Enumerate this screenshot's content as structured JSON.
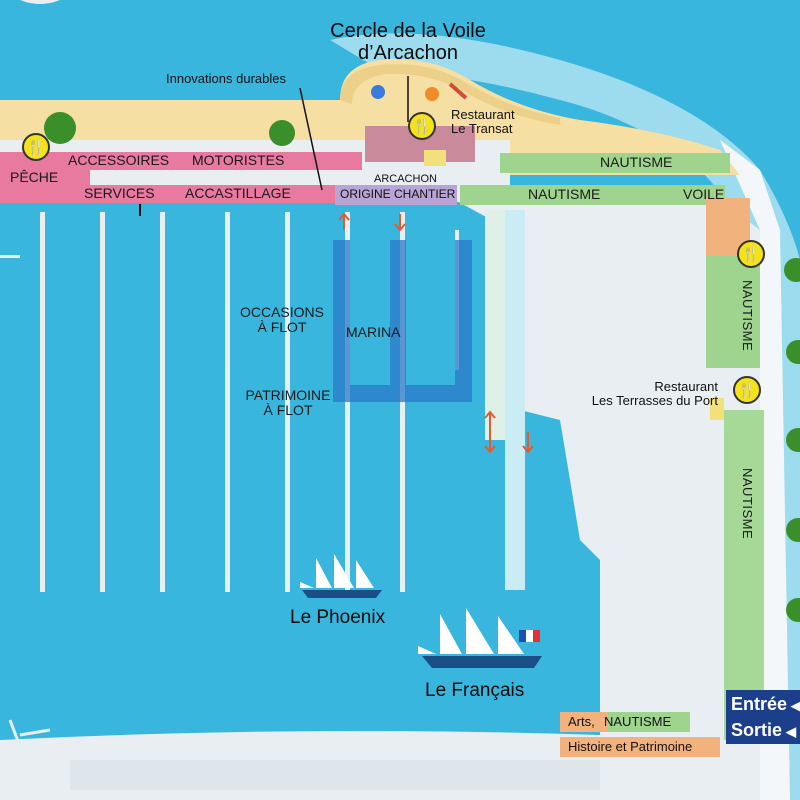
{
  "colors": {
    "water": "#38b6de",
    "pier": "#e9eef2",
    "sand": "#f6dfa3",
    "pink": "#e8799f",
    "green": "#9fd48f",
    "purple": "#b9a4d6",
    "blue_marina": "#2b78c8",
    "orange": "#f2b27e",
    "yellow_pin": "#f4e21a",
    "exit_box": "#1c3f8c"
  },
  "labels": {
    "cercle_title": "Cercle de la Voile\nd’Arcachon",
    "innovations": "Innovations durables",
    "restaurant_transat": "Restaurant\nLe Transat",
    "accessoires": "ACCESSOIRES",
    "motoristes": "MOTORISTES",
    "peche": "PÊCHE",
    "services": "SERVICES",
    "accastillage": "ACCASTILLAGE",
    "arcachon": "ARCACHON",
    "origine_chantier": "ORIGINE CHANTIER",
    "nautisme_top": "NAUTISME",
    "nautisme_mid": "NAUTISME",
    "voile": "VOILE",
    "nautisme_right_upper": "NAUTISME",
    "nautisme_right_lower": "NAUTISME",
    "occasions": "OCCASIONS\nÀ FLOT",
    "marina": "MARINA",
    "patrimoine": "PATRIMOINE\nÀ FLOT",
    "restaurant_terrasses": "Restaurant\nLes Terrasses du Port",
    "phoenix": "Le Phoenix",
    "francais": "Le Français",
    "arts": "Arts,",
    "nautisme_arts": "NAUTISME",
    "histoire": "Histoire et Patrimoine",
    "entree": "Entrée",
    "sortie": "Sortie"
  },
  "icons": {
    "restaurant": "fork-knife-icon",
    "boat": "tall-ship-icon",
    "flag": "french-flag-icon",
    "tree": "tree-icon",
    "umbrella": "beach-umbrella-icon",
    "arrow_left": "arrow-left-icon"
  }
}
